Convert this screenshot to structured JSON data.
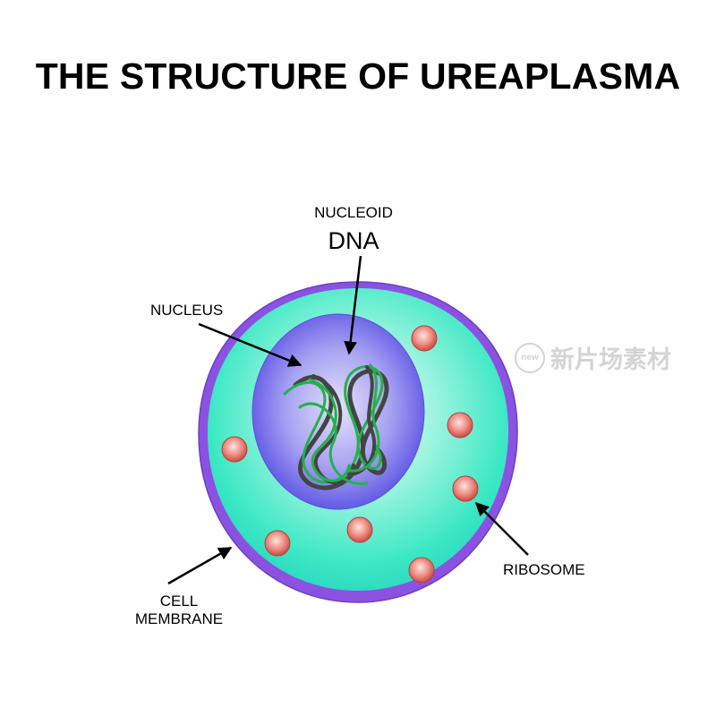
{
  "title": "THE STRUCTURE OF UREAPLASMA",
  "labels": {
    "nucleoid": "NUCLEOID",
    "dna": "DNA",
    "nucleus": "NUCLEUS",
    "cell": "CELL",
    "membrane": "MEMBRANE",
    "ribosome": "RIBOSOME"
  },
  "watermark": {
    "icon_text": "new",
    "text": "新片场素材"
  },
  "colors": {
    "membrane": "#8a4fe0",
    "cytoplasm": "#33f0c4",
    "nucleus": "#5e55e6",
    "dna": "#22b24a",
    "ribosome": "#e0605a"
  }
}
